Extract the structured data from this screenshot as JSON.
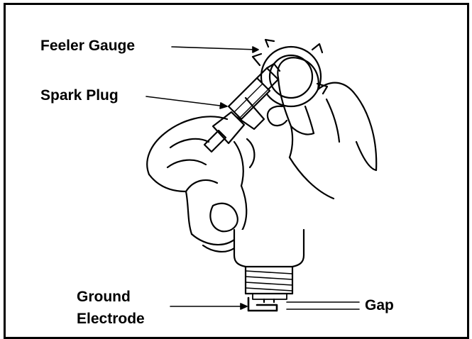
{
  "labels": {
    "feeler_gauge": "Feeler Gauge",
    "spark_plug": "Spark Plug",
    "ground_electrode_line1": "Ground",
    "ground_electrode_line2": "Electrode",
    "gap": "Gap"
  },
  "colors": {
    "ink": "#000000",
    "paper": "#ffffff"
  }
}
